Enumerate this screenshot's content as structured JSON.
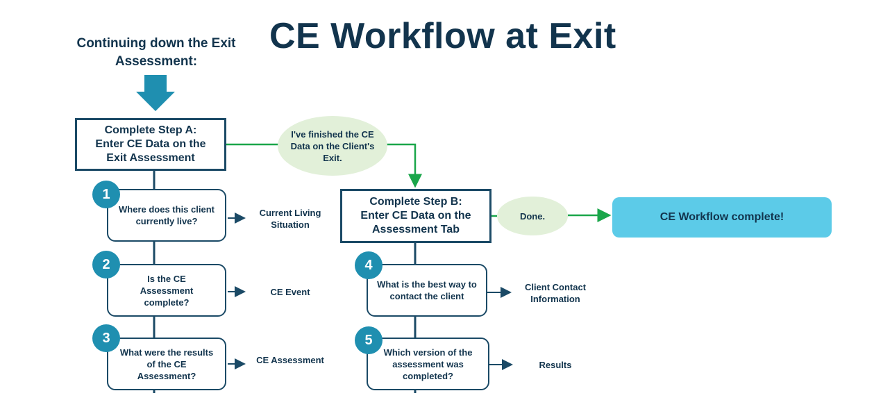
{
  "title": "CE Workflow at Exit",
  "intro": "Continuing down the Exit Assessment:",
  "step_a": {
    "line1": "Complete Step A:",
    "line2": "Enter CE Data on the",
    "line3": "Exit Assessment"
  },
  "step_b": {
    "line1": "Complete Step B:",
    "line2": "Enter CE Data on the",
    "line3": "Assessment Tab"
  },
  "bubble_finished": "I've finished the CE Data on the Client's Exit.",
  "bubble_done": "Done.",
  "workflow_complete": "CE Workflow complete!",
  "questions": [
    {
      "number": "1",
      "text": "Where does this client currently live?",
      "output": "Current Living Situation"
    },
    {
      "number": "2",
      "text": "Is the CE Assessment complete?",
      "output": "CE Event"
    },
    {
      "number": "3",
      "text": "What were the results of the CE Assessment?",
      "output": "CE Assessment"
    },
    {
      "number": "4",
      "text": "What is the best way to contact the client",
      "output": "Client Contact Information"
    },
    {
      "number": "5",
      "text": "Which version of the assessment was completed?",
      "output": "Results"
    }
  ],
  "colors": {
    "navy": "#12344d",
    "teal": "#1f8fb0",
    "green": "#1aa64a",
    "bubble": "#e2f0d9",
    "complete": "#5ccbe8"
  }
}
